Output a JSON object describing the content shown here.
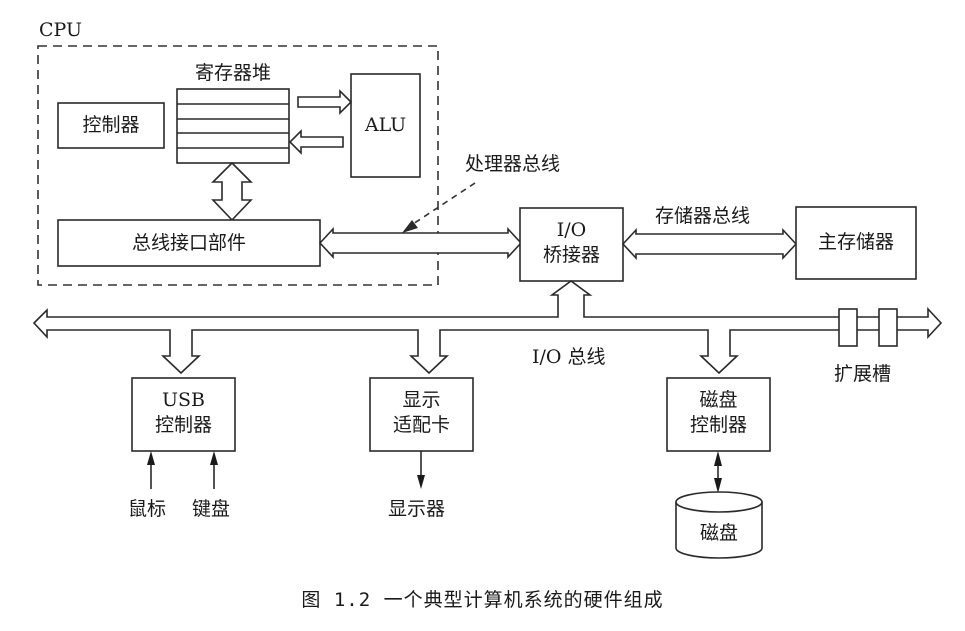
{
  "diagram": {
    "cpu_label": "CPU",
    "register_file_label": "寄存器堆",
    "controller_label": "控制器",
    "alu_label": "ALU",
    "bus_interface_label": "总线接口部件",
    "processor_bus_label": "处理器总线",
    "io_bridge_label_line1": "I/O",
    "io_bridge_label_line2": "桥接器",
    "memory_bus_label": "存储器总线",
    "main_memory_label": "主存储器",
    "io_bus_label": "I/O 总线",
    "expansion_slots_label": "扩展槽",
    "usb_controller_line1": "USB",
    "usb_controller_line2": "控制器",
    "graphics_adapter_line1": "显示",
    "graphics_adapter_line2": "适配卡",
    "disk_controller_line1": "磁盘",
    "disk_controller_line2": "控制器",
    "mouse_label": "鼠标",
    "keyboard_label": "键盘",
    "monitor_label": "显示器",
    "disk_label": "磁盘"
  },
  "caption": "图 1.2  一个典型计算机系统的硬件组成"
}
